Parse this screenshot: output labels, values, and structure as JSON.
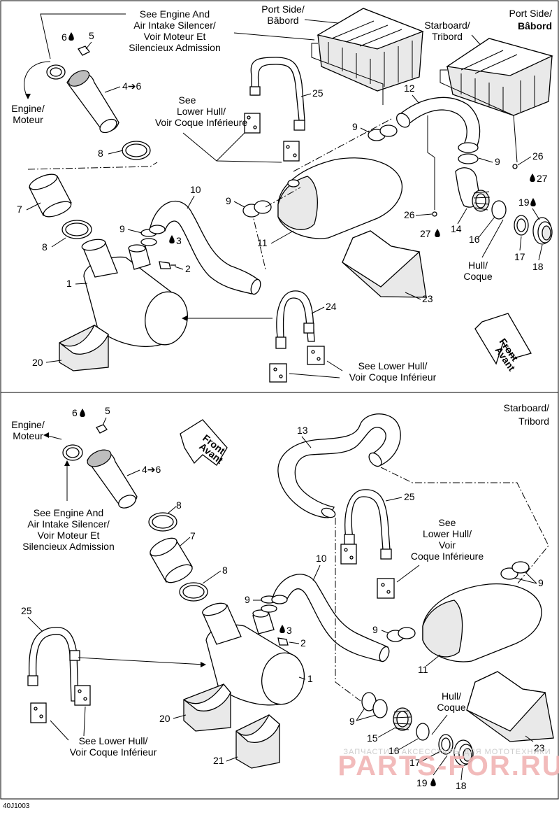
{
  "top": {
    "port_side_title": [
      "Port Side/",
      "Bâbord"
    ],
    "port_side_small": [
      "Port Side/",
      "Bâbord"
    ],
    "starboard_small": [
      "Starboard/",
      "Tribord"
    ],
    "see_engine": [
      "See Engine And",
      "Air Intake Silencer/",
      "Voir Moteur Et",
      "Silencieux Admission"
    ],
    "engine": [
      "Engine/",
      "Moteur"
    ],
    "see_lower_hull_1": [
      "See",
      "Lower Hull/",
      "Voir Coque Inférieure"
    ],
    "see_lower_hull_2": [
      "See Lower Hull/",
      "Voir Coque Inférieur"
    ],
    "hull": [
      "Hull/",
      "Coque"
    ],
    "front": [
      "Front",
      "Avant"
    ],
    "nums": {
      "n1": "1",
      "n2": "2",
      "n3": "3",
      "n4": "4➔6",
      "n5": "5",
      "n6": "6",
      "n7": "7",
      "n8a": "8",
      "n8b": "8",
      "n9a": "9",
      "n9b": "9",
      "n9c": "9",
      "n9d": "9",
      "n10": "10",
      "n11": "11",
      "n12": "12",
      "n14": "14",
      "n16": "16",
      "n17": "17",
      "n18": "18",
      "n19": "19",
      "n20": "20",
      "n23": "23",
      "n24": "24",
      "n25": "25",
      "n26a": "26",
      "n26b": "26",
      "n27a": "27",
      "n27b": "27"
    }
  },
  "bottom": {
    "starboard_title": [
      "Starboard/",
      "Tribord"
    ],
    "engine": [
      "Engine/",
      "Moteur"
    ],
    "see_engine": [
      "See Engine And",
      "Air Intake Silencer/",
      "Voir Moteur Et",
      "Silencieux Admission"
    ],
    "see_lower_hull_1": [
      "See",
      "Lower Hull/",
      "Voir",
      "Coque Inférieure"
    ],
    "see_lower_hull_2": [
      "See Lower Hull/",
      "Voir Coque Inférieur"
    ],
    "hull": [
      "Hull/",
      "Coque"
    ],
    "front": [
      "Front",
      "Avant"
    ],
    "nums": {
      "n1": "1",
      "n2": "2",
      "n3": "3",
      "n4": "4➔6",
      "n5": "5",
      "n6": "6",
      "n7": "7",
      "n8a": "8",
      "n8b": "8",
      "n9a": "9",
      "n9b": "9",
      "n9c": "9",
      "n9d": "9",
      "n10": "10",
      "n11": "11",
      "n13": "13",
      "n15": "15",
      "n16": "16",
      "n17": "17",
      "n18": "18",
      "n19": "19",
      "n20": "20",
      "n21": "21",
      "n23": "23",
      "n25a": "25",
      "n25b": "25"
    }
  },
  "footer": {
    "code": "40J1003"
  },
  "watermark": {
    "small": "ЗАПЧАСТИ И АКСЕССУАРЫ ДЛЯ МОТОТЕХНИКИ",
    "brand": "PARTS-FOR.RU"
  }
}
